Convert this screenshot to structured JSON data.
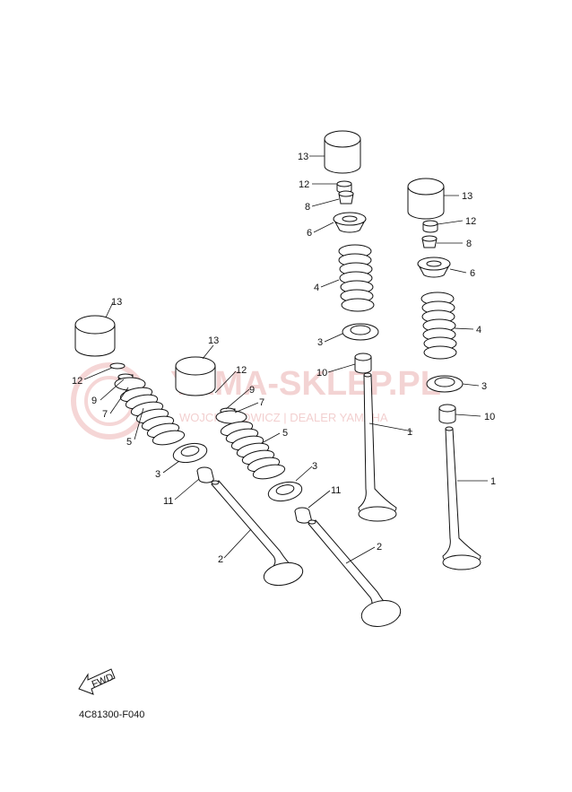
{
  "diagram": {
    "part_code": "4C81300-F040",
    "fwd_label": "FWD",
    "watermark": {
      "main": "YAMA-SKLEP.PL",
      "sub": "WOJCIECHOWICZ | DEALER YAMAHA"
    },
    "callouts": {
      "n1": "1",
      "n2": "2",
      "n3": "3",
      "n4": "4",
      "n5": "5",
      "n6": "6",
      "n7": "7",
      "n8": "8",
      "n9": "9",
      "n10": "10",
      "n11": "11",
      "n12": "12",
      "n13": "13"
    }
  },
  "colors": {
    "line": "#111111",
    "watermark": "#e6a0a0"
  }
}
